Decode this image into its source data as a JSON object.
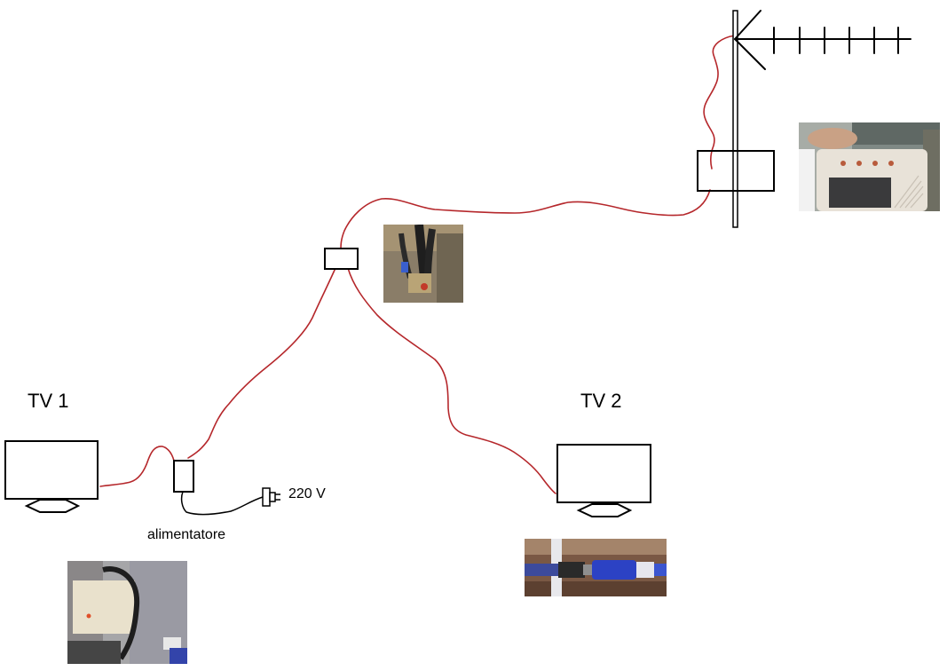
{
  "labels": {
    "tv1": "TV 1",
    "tv2": "TV 2",
    "power_supply": "alimentatore",
    "voltage": "220 V"
  },
  "colors": {
    "cable": "#b5272b",
    "line": "#000000",
    "background": "#ffffff"
  },
  "photos": [
    {
      "id": "amplifier-photo",
      "subject": "antenna amplifier box"
    },
    {
      "id": "splitter-photo",
      "subject": "cable splitter"
    },
    {
      "id": "power-supply-photo",
      "subject": "power supply unit"
    },
    {
      "id": "connector-photo",
      "subject": "coaxial connector"
    }
  ]
}
